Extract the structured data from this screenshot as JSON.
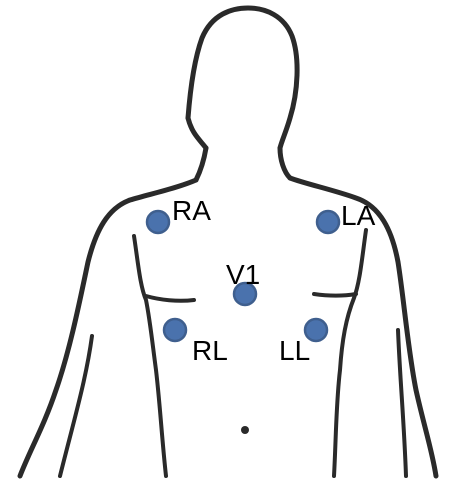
{
  "diagram": {
    "colors": {
      "outline": "#2a2a2a",
      "electrode_fill": "#4a72ad",
      "electrode_stroke": "#3f5f8e",
      "label": "#000000",
      "background": "#ffffff"
    },
    "electrodes": [
      {
        "id": "ra",
        "label": "RA"
      },
      {
        "id": "la",
        "label": "LA"
      },
      {
        "id": "v1",
        "label": "V1"
      },
      {
        "id": "rl",
        "label": "RL"
      },
      {
        "id": "ll",
        "label": "LL"
      }
    ]
  }
}
